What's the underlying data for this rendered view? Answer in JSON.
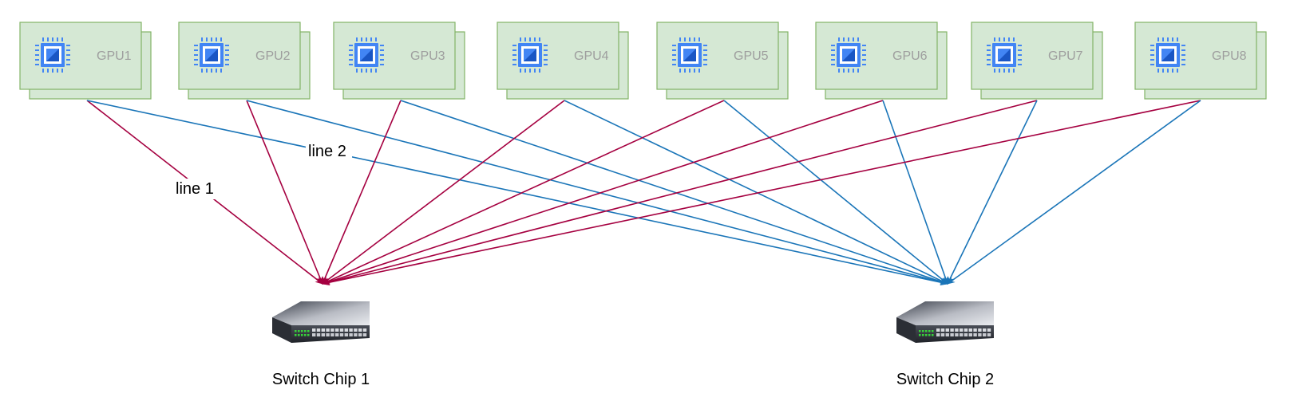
{
  "gpus": [
    {
      "label": "GPU1"
    },
    {
      "label": "GPU2"
    },
    {
      "label": "GPU3"
    },
    {
      "label": "GPU4"
    },
    {
      "label": "GPU5"
    },
    {
      "label": "GPU6"
    },
    {
      "label": "GPU7"
    },
    {
      "label": "GPU8"
    }
  ],
  "gpu_icon": "chip-icon",
  "switches": [
    {
      "label": "Switch Chip 1",
      "icon": "network-switch-icon"
    },
    {
      "label": "Switch Chip 2",
      "icon": "network-switch-icon"
    }
  ],
  "line_labels": {
    "line1": "line 1",
    "line2": "line 2"
  },
  "colors": {
    "gpu_fill": "#d5e8d4",
    "gpu_stroke": "#82b366",
    "chip_icon": "#4285f4",
    "line_to_switch1": "#a50040",
    "line_to_switch2": "#1a75b8"
  }
}
